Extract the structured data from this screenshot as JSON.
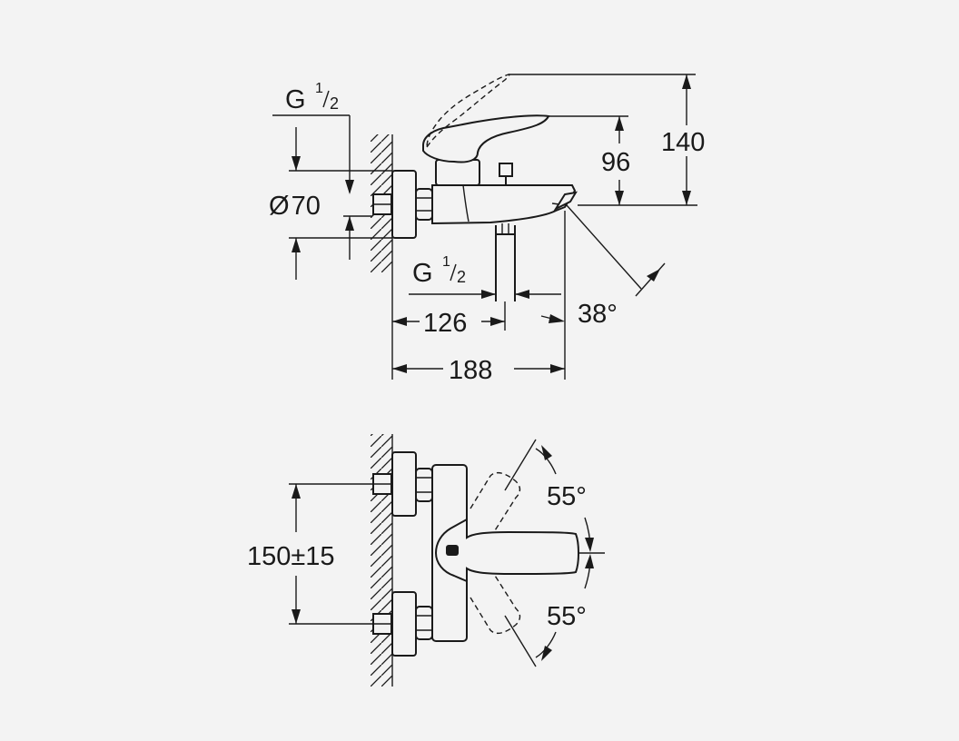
{
  "side_view": {
    "thread_top": {
      "base": "G",
      "num": "1",
      "den": "2"
    },
    "diameter": {
      "symbol": "Ø",
      "value": "70"
    },
    "thread_bottom": {
      "base": "G",
      "num": "1",
      "den": "2"
    },
    "dim_126": "126",
    "dim_188": "188",
    "dim_96": "96",
    "dim_140": "140",
    "angle_38": "38°"
  },
  "front_view": {
    "spacing": "150±15",
    "angle_up": "55°",
    "angle_down": "55°"
  }
}
